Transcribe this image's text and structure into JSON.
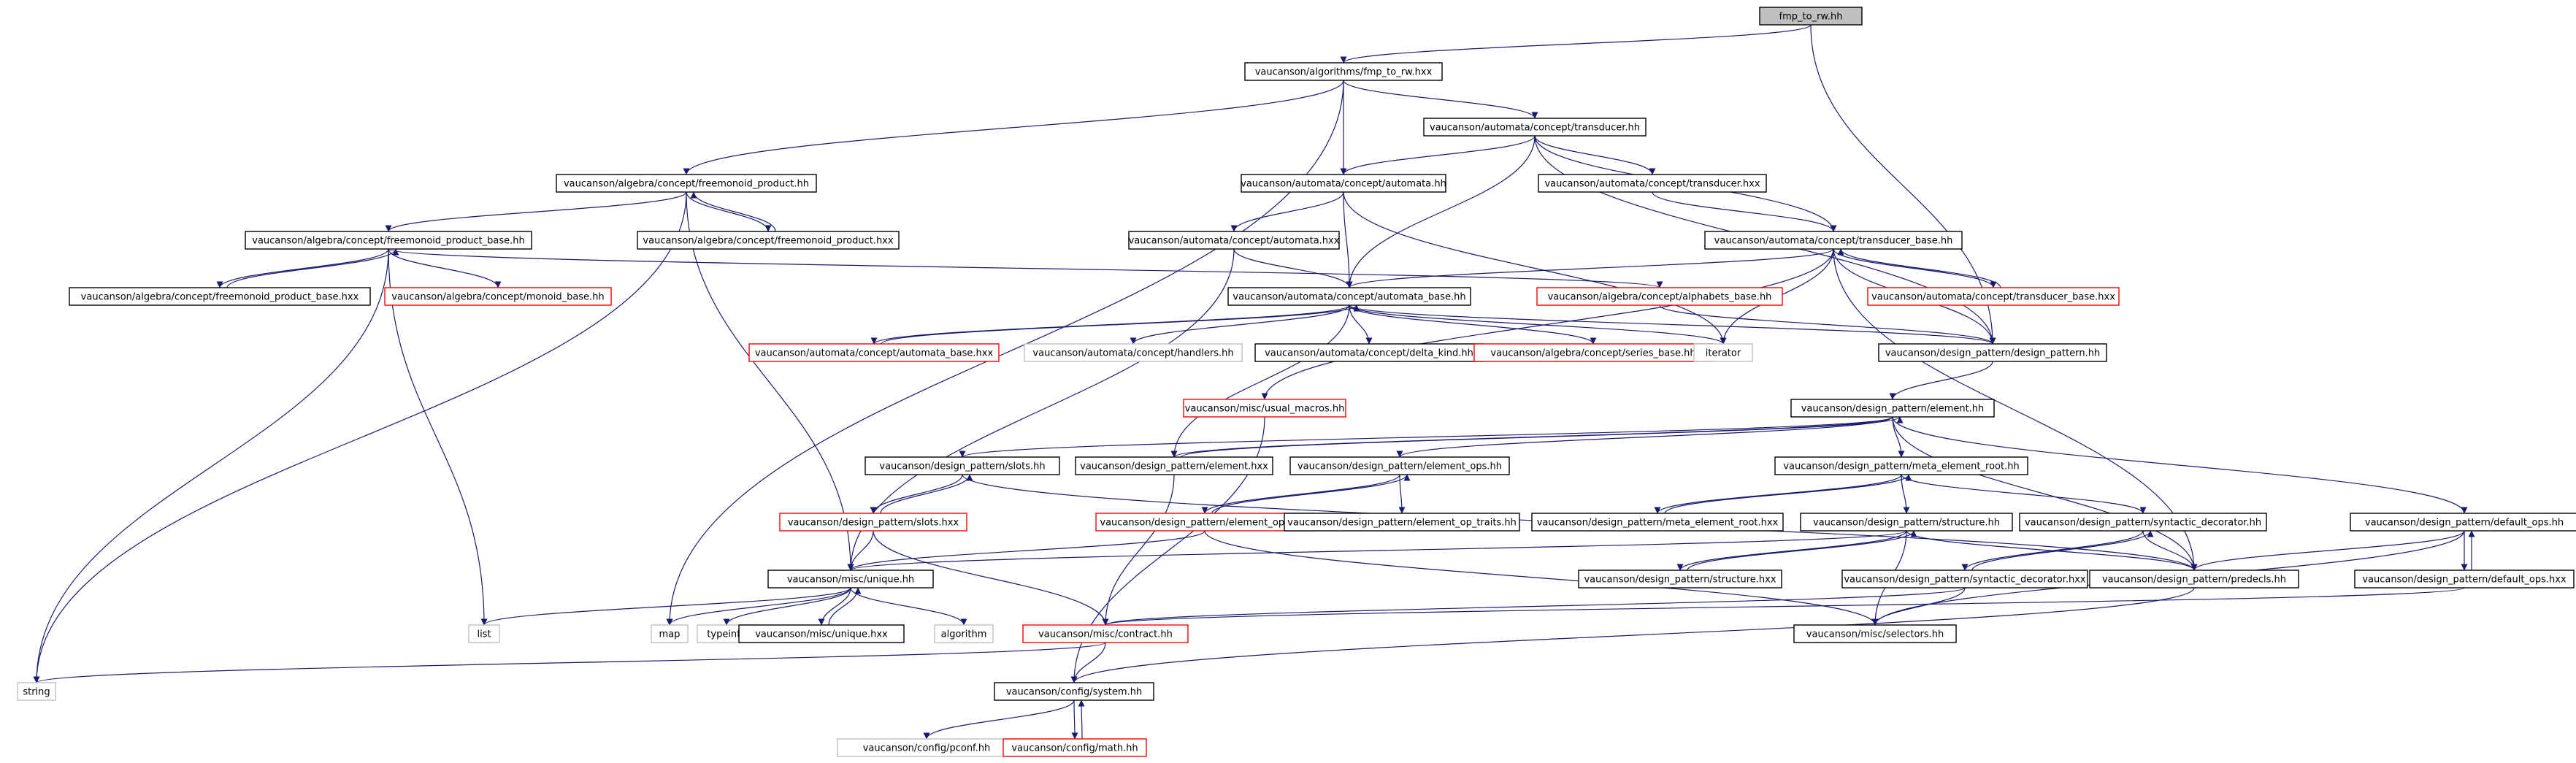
{
  "colors": {
    "edge": "#191970",
    "root_fill": "#bfbfbf",
    "node_border": "#000000",
    "missing_border": "#ff0000",
    "external_border": "#bfbfbf",
    "text": "#000000",
    "background": "#ffffff"
  },
  "nodes": [
    {
      "id": "root",
      "label": "fmp_to_rw.hh",
      "kind": "root"
    },
    {
      "id": "algo_fmp",
      "label": "vaucanson/algorithms/fmp_to_rw.hxx",
      "kind": "normal"
    },
    {
      "id": "transducer_hh",
      "label": "vaucanson/automata/concept/transducer.hh",
      "kind": "normal"
    },
    {
      "id": "fm_product_hh",
      "label": "vaucanson/algebra/concept/freemonoid_product.hh",
      "kind": "normal"
    },
    {
      "id": "automata_hh",
      "label": "vaucanson/automata/concept/automata.hh",
      "kind": "normal"
    },
    {
      "id": "transducer_hxx",
      "label": "vaucanson/automata/concept/transducer.hxx",
      "kind": "normal"
    },
    {
      "id": "fm_product_base_hh",
      "label": "vaucanson/algebra/concept/freemonoid_product_base.hh",
      "kind": "normal"
    },
    {
      "id": "fm_product_hxx",
      "label": "vaucanson/algebra/concept/freemonoid_product.hxx",
      "kind": "normal"
    },
    {
      "id": "automata_hxx",
      "label": "vaucanson/automata/concept/automata.hxx",
      "kind": "normal"
    },
    {
      "id": "transducer_base_hh",
      "label": "vaucanson/automata/concept/transducer_base.hh",
      "kind": "normal"
    },
    {
      "id": "fm_product_base_hxx",
      "label": "vaucanson/algebra/concept/freemonoid_product_base.hxx",
      "kind": "normal"
    },
    {
      "id": "monoid_base_hh",
      "label": "vaucanson/algebra/concept/monoid_base.hh",
      "kind": "missing"
    },
    {
      "id": "automata_base_hh",
      "label": "vaucanson/automata/concept/automata_base.hh",
      "kind": "normal"
    },
    {
      "id": "alphabets_base_hh",
      "label": "vaucanson/algebra/concept/alphabets_base.hh",
      "kind": "missing"
    },
    {
      "id": "transducer_base_hxx",
      "label": "vaucanson/automata/concept/transducer_base.hxx",
      "kind": "missing"
    },
    {
      "id": "automata_base_hxx",
      "label": "vaucanson/automata/concept/automata_base.hxx",
      "kind": "missing"
    },
    {
      "id": "handlers_hh",
      "label": "vaucanson/automata/concept/handlers.hh",
      "kind": "external"
    },
    {
      "id": "delta_kind_hh",
      "label": "vaucanson/automata/concept/delta_kind.hh",
      "kind": "normal"
    },
    {
      "id": "series_base_hh",
      "label": "vaucanson/algebra/concept/series_base.hh",
      "kind": "missing"
    },
    {
      "id": "iterator",
      "label": "iterator",
      "kind": "external"
    },
    {
      "id": "design_pattern_hh",
      "label": "vaucanson/design_pattern/design_pattern.hh",
      "kind": "normal"
    },
    {
      "id": "usual_macros_hh",
      "label": "vaucanson/misc/usual_macros.hh",
      "kind": "missing"
    },
    {
      "id": "element_hh",
      "label": "vaucanson/design_pattern/element.hh",
      "kind": "normal"
    },
    {
      "id": "slots_hh",
      "label": "vaucanson/design_pattern/slots.hh",
      "kind": "normal"
    },
    {
      "id": "element_hxx",
      "label": "vaucanson/design_pattern/element.hxx",
      "kind": "normal"
    },
    {
      "id": "element_ops_hh",
      "label": "vaucanson/design_pattern/element_ops.hh",
      "kind": "normal"
    },
    {
      "id": "meta_element_root_hh",
      "label": "vaucanson/design_pattern/meta_element_root.hh",
      "kind": "normal"
    },
    {
      "id": "slots_hxx",
      "label": "vaucanson/design_pattern/slots.hxx",
      "kind": "missing"
    },
    {
      "id": "element_ops_hxx",
      "label": "vaucanson/design_pattern/element_ops.hxx",
      "kind": "missing"
    },
    {
      "id": "element_op_traits_hh",
      "label": "vaucanson/design_pattern/element_op_traits.hh",
      "kind": "normal"
    },
    {
      "id": "meta_element_root_hxx",
      "label": "vaucanson/design_pattern/meta_element_root.hxx",
      "kind": "normal"
    },
    {
      "id": "structure_hh",
      "label": "vaucanson/design_pattern/structure.hh",
      "kind": "normal"
    },
    {
      "id": "syntactic_decorator_hh",
      "label": "vaucanson/design_pattern/syntactic_decorator.hh",
      "kind": "normal"
    },
    {
      "id": "default_ops_hh",
      "label": "vaucanson/design_pattern/default_ops.hh",
      "kind": "normal"
    },
    {
      "id": "unique_hh",
      "label": "vaucanson/misc/unique.hh",
      "kind": "normal"
    },
    {
      "id": "structure_hxx",
      "label": "vaucanson/design_pattern/structure.hxx",
      "kind": "normal"
    },
    {
      "id": "syntactic_decorator_hxx",
      "label": "vaucanson/design_pattern/syntactic_decorator.hxx",
      "kind": "normal"
    },
    {
      "id": "predecls_hh",
      "label": "vaucanson/design_pattern/predecls.hh",
      "kind": "normal"
    },
    {
      "id": "default_ops_hxx",
      "label": "vaucanson/design_pattern/default_ops.hxx",
      "kind": "normal"
    },
    {
      "id": "list",
      "label": "list",
      "kind": "external"
    },
    {
      "id": "map",
      "label": "map",
      "kind": "external"
    },
    {
      "id": "typeinfo",
      "label": "typeinfo",
      "kind": "external"
    },
    {
      "id": "unique_hxx",
      "label": "vaucanson/misc/unique.hxx",
      "kind": "normal"
    },
    {
      "id": "algorithm",
      "label": "algorithm",
      "kind": "external"
    },
    {
      "id": "contract_hh",
      "label": "vaucanson/misc/contract.hh",
      "kind": "missing"
    },
    {
      "id": "selectors_hh",
      "label": "vaucanson/misc/selectors.hh",
      "kind": "normal"
    },
    {
      "id": "string",
      "label": "string",
      "kind": "external"
    },
    {
      "id": "system_hh",
      "label": "vaucanson/config/system.hh",
      "kind": "normal"
    },
    {
      "id": "pconf_hh",
      "label": "vaucanson/config/pconf.hh",
      "kind": "external"
    },
    {
      "id": "math_hh",
      "label": "vaucanson/config/math.hh",
      "kind": "missing"
    }
  ],
  "edges": [
    [
      "root",
      "algo_fmp"
    ],
    [
      "root",
      "design_pattern_hh"
    ],
    [
      "algo_fmp",
      "fm_product_hh"
    ],
    [
      "algo_fmp",
      "automata_hh"
    ],
    [
      "algo_fmp",
      "transducer_hh"
    ],
    [
      "algo_fmp",
      "map"
    ],
    [
      "transducer_hh",
      "automata_hh"
    ],
    [
      "transducer_hh",
      "transducer_hxx"
    ],
    [
      "transducer_hh",
      "transducer_base_hh"
    ],
    [
      "transducer_hh",
      "automata_base_hh"
    ],
    [
      "transducer_hh",
      "design_pattern_hh"
    ],
    [
      "fm_product_hh",
      "fm_product_base_hh"
    ],
    [
      "fm_product_hh",
      "fm_product_hxx"
    ],
    [
      "fm_product_hh",
      "string"
    ],
    [
      "fm_product_hh",
      "unique_hh"
    ],
    [
      "fm_product_hxx",
      "fm_product_hh"
    ],
    [
      "automata_hh",
      "automata_hxx"
    ],
    [
      "automata_hh",
      "automata_base_hh"
    ],
    [
      "automata_hh",
      "iterator"
    ],
    [
      "automata_hxx",
      "automata_base_hh"
    ],
    [
      "automata_hxx",
      "unique_hh"
    ],
    [
      "transducer_hxx",
      "transducer_base_hh"
    ],
    [
      "fm_product_base_hh",
      "fm_product_base_hxx"
    ],
    [
      "fm_product_base_hh",
      "monoid_base_hh"
    ],
    [
      "fm_product_base_hh",
      "alphabets_base_hh"
    ],
    [
      "fm_product_base_hh",
      "string"
    ],
    [
      "fm_product_base_hh",
      "list"
    ],
    [
      "fm_product_base_hxx",
      "fm_product_base_hh"
    ],
    [
      "transducer_base_hh",
      "automata_base_hh"
    ],
    [
      "transducer_base_hh",
      "transducer_base_hxx"
    ],
    [
      "transducer_base_hh",
      "iterator"
    ],
    [
      "transducer_base_hh",
      "design_pattern_hh"
    ],
    [
      "transducer_base_hh",
      "usual_macros_hh"
    ],
    [
      "transducer_base_hh",
      "predecls_hh"
    ],
    [
      "transducer_base_hxx",
      "transducer_base_hh"
    ],
    [
      "automata_base_hh",
      "automata_base_hxx"
    ],
    [
      "automata_base_hh",
      "handlers_hh"
    ],
    [
      "automata_base_hh",
      "delta_kind_hh"
    ],
    [
      "automata_base_hh",
      "series_base_hh"
    ],
    [
      "automata_base_hh",
      "iterator"
    ],
    [
      "automata_base_hh",
      "design_pattern_hh"
    ],
    [
      "automata_base_hh",
      "element_hxx"
    ],
    [
      "automata_base_hxx",
      "automata_base_hh"
    ],
    [
      "alphabets_base_hh",
      "design_pattern_hh"
    ],
    [
      "usual_macros_hh",
      "system_hh"
    ],
    [
      "design_pattern_hh",
      "element_hh"
    ],
    [
      "element_hh",
      "slots_hh"
    ],
    [
      "element_hh",
      "element_hxx"
    ],
    [
      "element_hh",
      "element_ops_hh"
    ],
    [
      "element_hh",
      "meta_element_root_hh"
    ],
    [
      "element_hh",
      "default_ops_hh"
    ],
    [
      "element_hh",
      "predecls_hh"
    ],
    [
      "element_hxx",
      "element_hh"
    ],
    [
      "element_hxx",
      "contract_hh"
    ],
    [
      "slots_hh",
      "slots_hxx"
    ],
    [
      "slots_hh",
      "predecls_hh"
    ],
    [
      "slots_hxx",
      "slots_hh"
    ],
    [
      "slots_hxx",
      "unique_hh"
    ],
    [
      "slots_hxx",
      "contract_hh"
    ],
    [
      "element_ops_hh",
      "element_ops_hxx"
    ],
    [
      "element_ops_hh",
      "element_op_traits_hh"
    ],
    [
      "element_ops_hxx",
      "element_ops_hh"
    ],
    [
      "element_ops_hxx",
      "unique_hh"
    ],
    [
      "element_ops_hxx",
      "selectors_hh"
    ],
    [
      "meta_element_root_hh",
      "meta_element_root_hxx"
    ],
    [
      "meta_element_root_hh",
      "structure_hh"
    ],
    [
      "meta_element_root_hh",
      "syntactic_decorator_hh"
    ],
    [
      "meta_element_root_hxx",
      "meta_element_root_hh"
    ],
    [
      "structure_hh",
      "structure_hxx"
    ],
    [
      "structure_hh",
      "unique_hh"
    ],
    [
      "structure_hh",
      "predecls_hh"
    ],
    [
      "structure_hh",
      "selectors_hh"
    ],
    [
      "structure_hxx",
      "structure_hh"
    ],
    [
      "syntactic_decorator_hh",
      "syntactic_decorator_hxx"
    ],
    [
      "syntactic_decorator_hh",
      "predecls_hh"
    ],
    [
      "syntactic_decorator_hxx",
      "syntactic_decorator_hh"
    ],
    [
      "syntactic_decorator_hxx",
      "contract_hh"
    ],
    [
      "syntactic_decorator_hxx",
      "selectors_hh"
    ],
    [
      "default_ops_hh",
      "default_ops_hxx"
    ],
    [
      "default_ops_hh",
      "predecls_hh"
    ],
    [
      "default_ops_hh",
      "selectors_hh"
    ],
    [
      "default_ops_hxx",
      "default_ops_hh"
    ],
    [
      "default_ops_hxx",
      "contract_hh"
    ],
    [
      "predecls_hh",
      "system_hh"
    ],
    [
      "unique_hh",
      "unique_hxx"
    ],
    [
      "unique_hh",
      "list"
    ],
    [
      "unique_hh",
      "map"
    ],
    [
      "unique_hh",
      "typeinfo"
    ],
    [
      "unique_hh",
      "algorithm"
    ],
    [
      "unique_hxx",
      "unique_hh"
    ],
    [
      "contract_hh",
      "system_hh"
    ],
    [
      "contract_hh",
      "string"
    ],
    [
      "system_hh",
      "pconf_hh"
    ],
    [
      "system_hh",
      "math_hh"
    ],
    [
      "math_hh",
      "system_hh"
    ]
  ]
}
